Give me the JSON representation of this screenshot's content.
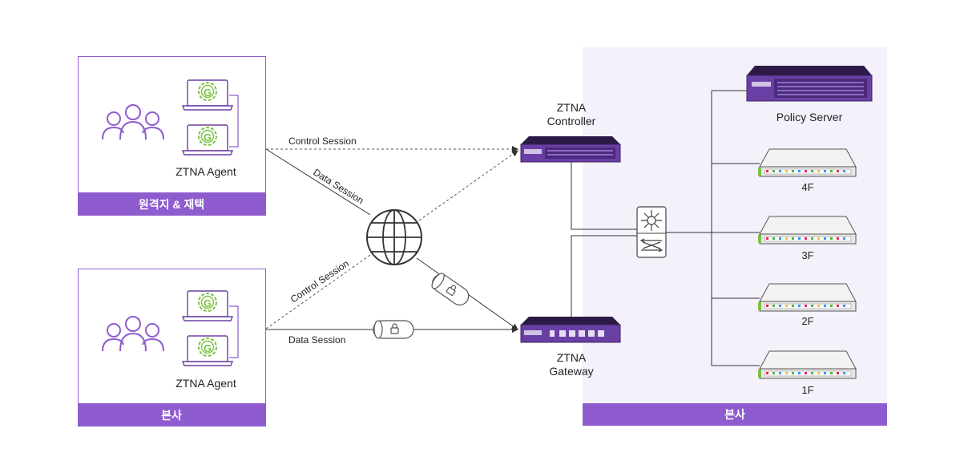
{
  "remote": {
    "agent_label": "ZTNA Agent",
    "footer": "원격지 & 재택"
  },
  "hq": {
    "agent_label": "ZTNA Agent",
    "footer": "본사"
  },
  "datacenter": {
    "footer": "본사"
  },
  "links": {
    "control_top": "Control Session",
    "data_top": "Data Session",
    "control_bottom": "Control Session",
    "data_bottom": "Data Session"
  },
  "controller": {
    "line1": "ZTNA",
    "line2": "Controller"
  },
  "gateway": {
    "line1": "ZTNA",
    "line2": "Gateway"
  },
  "policy_server": {
    "label": "Policy Server"
  },
  "floors": [
    "4F",
    "3F",
    "2F",
    "1F"
  ],
  "agent_badge": "G",
  "colors": {
    "purple": "#8e5ccf",
    "purple_dark": "#4a2a7a",
    "panel_bg": "#f4f1fb",
    "agent_green": "#7cc242"
  }
}
